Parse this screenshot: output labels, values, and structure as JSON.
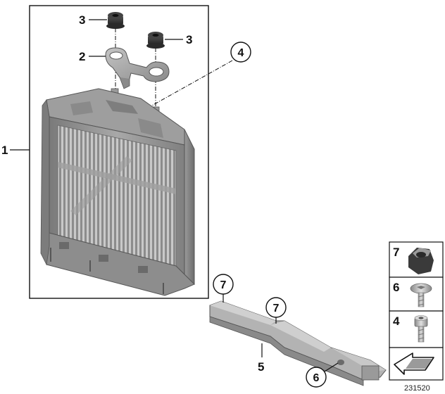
{
  "callouts": {
    "part_1": "1",
    "part_2": "2",
    "part_3a": "3",
    "part_3b": "3",
    "part_4": "4",
    "part_5": "5",
    "part_6": "6",
    "part_7a": "7",
    "part_7b": "7"
  },
  "legend": {
    "item_7": "7",
    "item_6": "6",
    "item_4": "4"
  },
  "diagram_number": "231520",
  "colors": {
    "part_gray": "#8f8f8f",
    "part_light": "#b9b9b9",
    "part_dark": "#5e5e5e",
    "line": "#111111"
  }
}
